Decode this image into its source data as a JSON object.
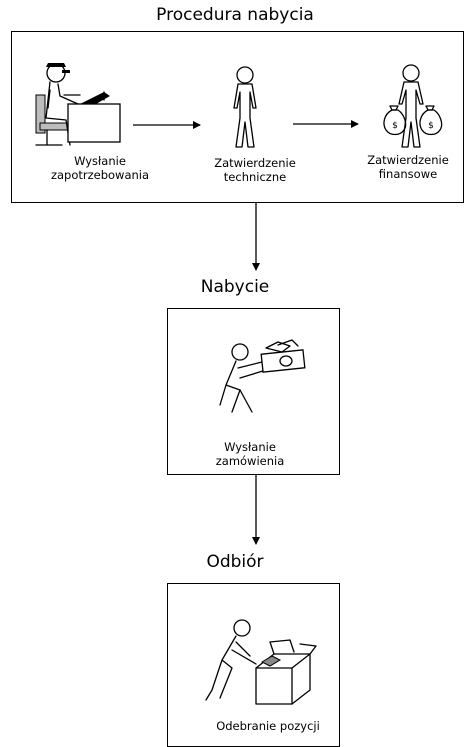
{
  "sections": {
    "procurement": {
      "title": "Procedura nabycia",
      "steps": [
        {
          "label_line1": "Wysłanie",
          "label_line2": "zapotrzebowania",
          "icon": "person-at-desk-icon"
        },
        {
          "label_line1": "Zatwierdzenie",
          "label_line2": "techniczne",
          "icon": "standing-person-icon"
        },
        {
          "label_line1": "Zatwierdzenie",
          "label_line2": "finansowe",
          "icon": "person-with-money-bags-icon"
        }
      ]
    },
    "acquisition": {
      "title": "Nabycie",
      "step": {
        "label_line1": "Wysłanie",
        "label_line2": "zamówienia",
        "icon": "person-sending-money-icon"
      }
    },
    "receipt": {
      "title": "Odbiór",
      "step": {
        "label": "Odebranie pozycji",
        "icon": "person-opening-box-icon"
      }
    }
  }
}
